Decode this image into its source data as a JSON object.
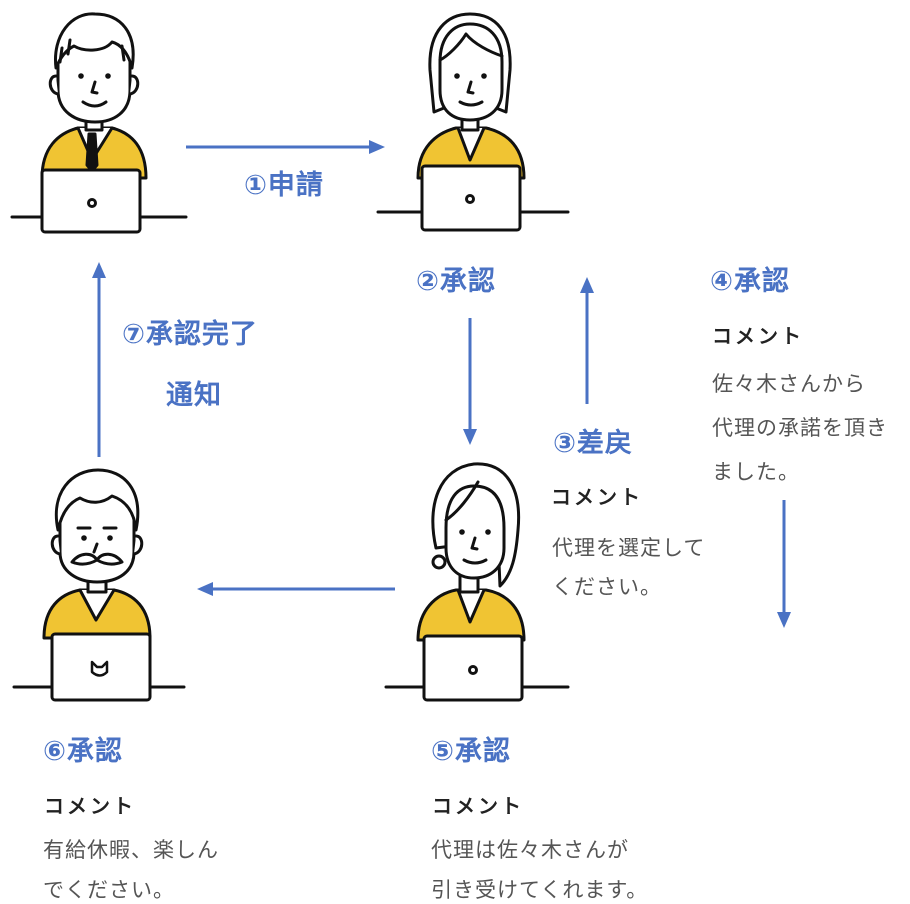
{
  "colors": {
    "accent": "#4a72c4",
    "jacket": "#f0c433",
    "line": "#111111",
    "comment_text": "#555555"
  },
  "labels": {
    "s1": "①申請",
    "s2": "②承認",
    "s3": "③差戻",
    "s4": "④承認",
    "s5": "⑤承認",
    "s6": "⑥承認",
    "s7a": "⑦承認完了",
    "s7b": "通知"
  },
  "comment_title": "コメント",
  "comments": {
    "c3": [
      "代理を選定して",
      "ください。"
    ],
    "c4": [
      "佐々木さんから",
      "代理の承諾を頂き",
      "ました。"
    ],
    "c5": [
      "代理は佐々木さんが",
      "引き受けてくれます。"
    ],
    "c6": [
      "有給休暇、楽しん",
      "でください。"
    ]
  },
  "icons": {
    "p1": "man-at-laptop-icon",
    "p2": "woman-at-laptop-icon",
    "p5": "woman-with-earring-at-laptop-icon",
    "p6": "mustached-man-at-laptop-icon"
  }
}
